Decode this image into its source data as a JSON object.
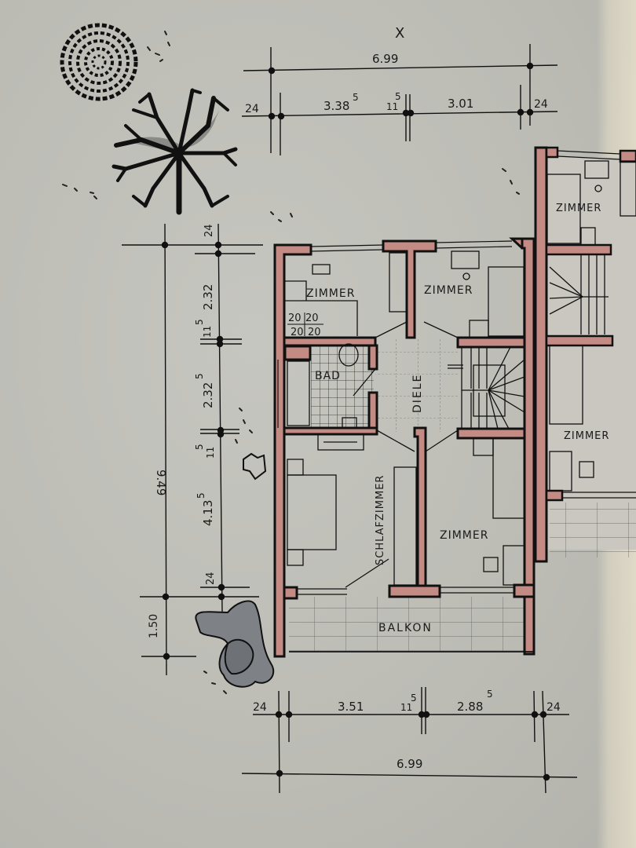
{
  "plan": {
    "axis_marker": "X",
    "wall_color": "#c48a84",
    "paper_color": "#bdbdb6",
    "line_color": "#111111",
    "rooms": {
      "zimmer_nw": "ZIMMER",
      "zimmer_ne": "ZIMMER",
      "bad": "BAD",
      "diele": "DIELE",
      "schlafzimmer": "SCHLAFZIMMER",
      "zimmer_se": "ZIMMER",
      "balkon": "BALKON",
      "neighbor_zimmer_top": "ZIMMER",
      "neighbor_zimmer_mid": "ZIMMER"
    },
    "chimney_labels": [
      "20",
      "20",
      "20",
      "20"
    ],
    "dimensions_top": {
      "overall": "6.99",
      "left_wall": "24",
      "room_left": "3.38",
      "room_left_sup": "5",
      "partition": "11",
      "partition_sup": "5",
      "room_right": "3.01",
      "right_wall": "24"
    },
    "dimensions_bottom": {
      "overall": "6.99",
      "left_wall": "24",
      "room_left": "3.51",
      "partition": "11",
      "partition_sup": "5",
      "room_right": "2.88",
      "room_right_sup": "5",
      "right_wall": "24"
    },
    "dimensions_left": {
      "overall": "9.49",
      "balcony": "1.50",
      "top_wall": "24",
      "seg1": "2.32",
      "partition1": "11",
      "partition1_sup": "5",
      "seg2": "2.32",
      "seg2_sup": "5",
      "partition2": "11",
      "partition2_sup": "5",
      "seg3": "4.13",
      "seg3_sup": "5",
      "bottom_wall": "24"
    },
    "landscape_icons": [
      "shrub-icon",
      "deciduous-tree-icon",
      "bush-cluster-icon",
      "small-plant-icon"
    ]
  }
}
